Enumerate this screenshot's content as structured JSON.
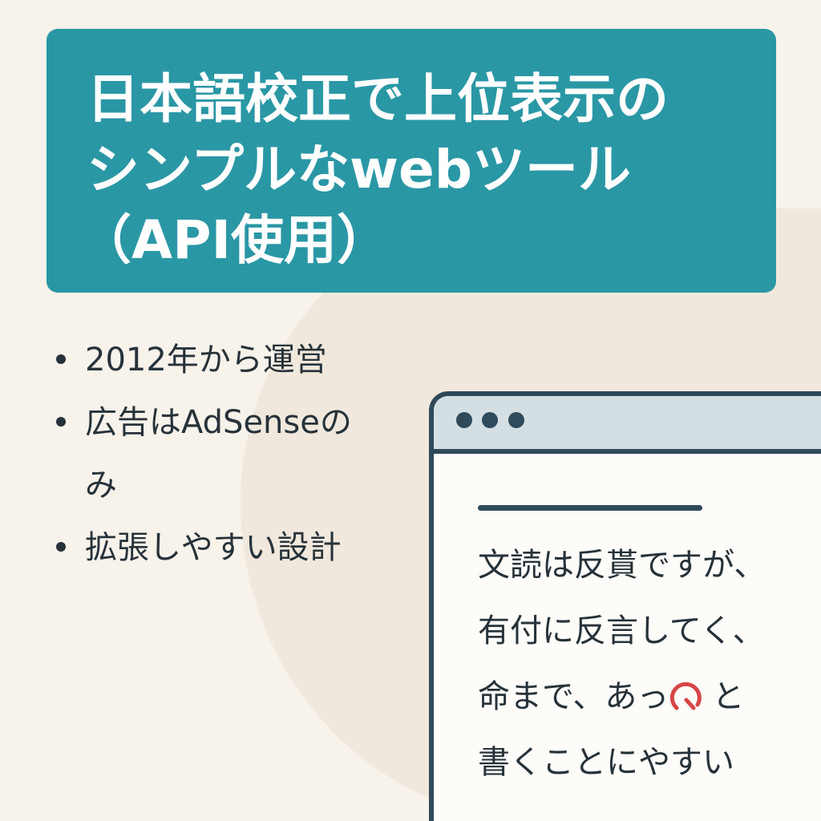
{
  "title": {
    "lines": [
      "日本語校正で上位表示の",
      "シンプルなwebツール",
      "（API使用）"
    ]
  },
  "bullets": [
    {
      "text": "2012年から運営"
    },
    {
      "text": "広告はAdSenseのみ"
    },
    {
      "text": "拡張しやすい設計"
    }
  ],
  "browser": {
    "lines": [
      "文読は反貰ですが、",
      "有付に反言してく、",
      "命まで、あっ",
      "書くことにやすい"
    ],
    "line3_after_icon": "と",
    "icon": "red-q-search-icon"
  },
  "colors": {
    "background": "#f7f2ea",
    "title_box": "#2a97a5",
    "text": "#26323a",
    "browser_frame": "#2f4a5a",
    "titlebar": "#d3dfe3",
    "accent_red": "#d64545"
  }
}
